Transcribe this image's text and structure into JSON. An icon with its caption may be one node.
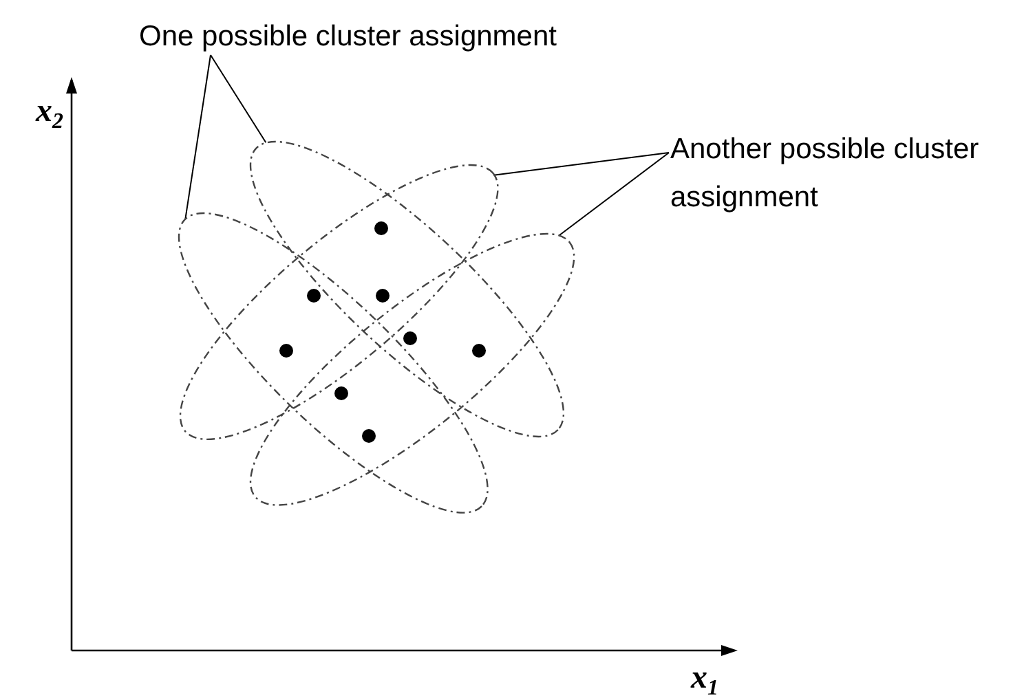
{
  "diagram": {
    "nodes": [
      {
        "text": [
          "One possible cluster assignment"
        ]
      },
      {
        "text": [],
        "shape": "ellipse"
      },
      {
        "text": [],
        "shape": "ellipse"
      },
      {
        "text": [
          "Another possible cluster assignment"
        ]
      },
      {
        "text": [],
        "shape": "ellipse"
      },
      {
        "text": [],
        "shape": "ellipse"
      }
    ],
    "edges": [
      {
        "from": 0,
        "to": 1,
        "arrow": "none"
      },
      {
        "from": 0,
        "to": 2,
        "arrow": "none"
      },
      {
        "from": 3,
        "to": 4,
        "arrow": "none"
      },
      {
        "from": 3,
        "to": 5,
        "arrow": "none"
      }
    ],
    "labels": [
      "x$_{2}$",
      "x$_{1}$"
    ]
  }
}
